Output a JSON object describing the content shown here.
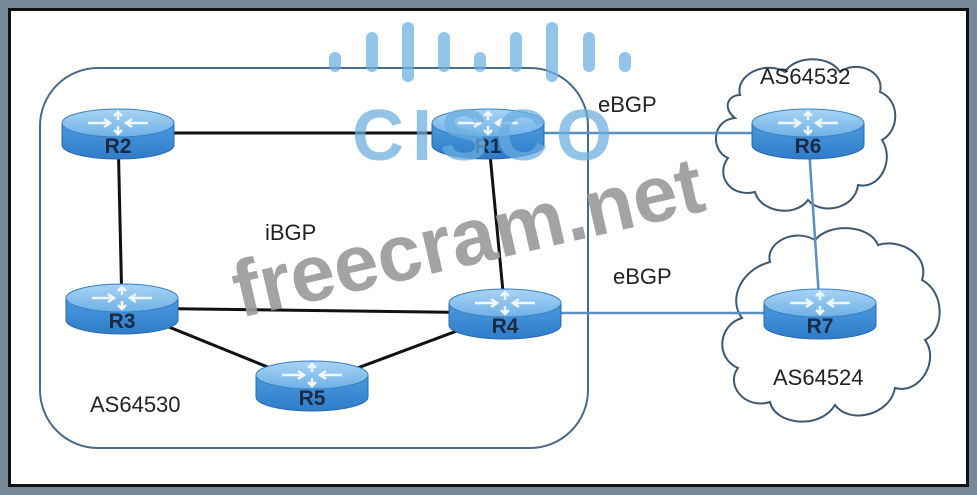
{
  "diagram": {
    "as_main": {
      "label": "AS64530",
      "protocol_label": "iBGP"
    },
    "as_upper": {
      "label": "AS64532"
    },
    "as_lower": {
      "label": "AS64524"
    },
    "ebgp_labels": [
      "eBGP",
      "eBGP"
    ],
    "routers": [
      {
        "id": "R1",
        "label": "R1"
      },
      {
        "id": "R2",
        "label": "R2"
      },
      {
        "id": "R3",
        "label": "R3"
      },
      {
        "id": "R4",
        "label": "R4"
      },
      {
        "id": "R5",
        "label": "R5"
      },
      {
        "id": "R6",
        "label": "R6"
      },
      {
        "id": "R7",
        "label": "R7"
      }
    ],
    "links": [
      {
        "from": "R2",
        "to": "R1",
        "type": "internal"
      },
      {
        "from": "R2",
        "to": "R3",
        "type": "internal"
      },
      {
        "from": "R1",
        "to": "R4",
        "type": "internal"
      },
      {
        "from": "R3",
        "to": "R4",
        "type": "internal"
      },
      {
        "from": "R3",
        "to": "R5",
        "type": "internal"
      },
      {
        "from": "R5",
        "to": "R4",
        "type": "internal"
      },
      {
        "from": "R1",
        "to": "R6",
        "type": "ebgp"
      },
      {
        "from": "R4",
        "to": "R7",
        "type": "ebgp"
      },
      {
        "from": "R6",
        "to": "R7",
        "type": "external"
      }
    ],
    "colors": {
      "router_top": "#8ec3ee",
      "router_side": "#3a8ad6",
      "internal_link": "#111111",
      "external_link": "#5b8fc0",
      "as_border": "#4a6a8a",
      "cisco_logo": "#6aaee0",
      "watermark": "#9a9a9a"
    }
  },
  "watermarks": {
    "logo_text": "CISCO",
    "site_text": "freecram.net"
  }
}
